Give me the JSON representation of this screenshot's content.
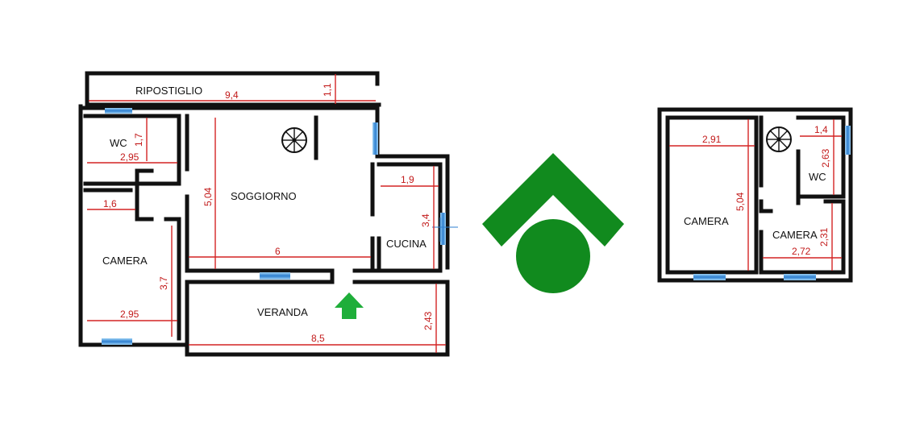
{
  "plan_left": {
    "rooms": {
      "ripostiglio": "RIPOSTIGLIO",
      "wc": "WC",
      "soggiorno": "SOGGIORNO",
      "camera": "CAMERA",
      "cucina": "CUCINA",
      "veranda": "VERANDA"
    },
    "dims": {
      "ripostiglio_width": "9,4",
      "ripostiglio_depth": "1,1",
      "wc_height": "1,7",
      "wc_width": "2,95",
      "camera_top": "1,6",
      "camera_height": "3,7",
      "camera_width": "2,95",
      "soggiorno_height": "5,04",
      "soggiorno_width": "6",
      "cucina_width": "1,9",
      "cucina_height": "3,4",
      "veranda_width": "8,5",
      "veranda_height": "2,43"
    }
  },
  "plan_right": {
    "rooms": {
      "camera_big": "CAMERA",
      "wc": "WC",
      "camera_small": "CAMERA"
    },
    "dims": {
      "camera_big_width": "2,91",
      "camera_big_height": "5,04",
      "wc_width": "1,4",
      "wc_height": "2,63",
      "camera_small_height": "2,31",
      "camera_small_width": "2,72"
    }
  },
  "colors": {
    "walls": "#111111",
    "dimension": "#d42424",
    "window": "#3a86d6",
    "logo": "#118a1e",
    "entrance_arrow": "#1fae3a"
  },
  "icons": {
    "entrance": "up-arrow-icon",
    "stair": "spiral-staircase-icon",
    "logo": "house-roof-logo"
  }
}
